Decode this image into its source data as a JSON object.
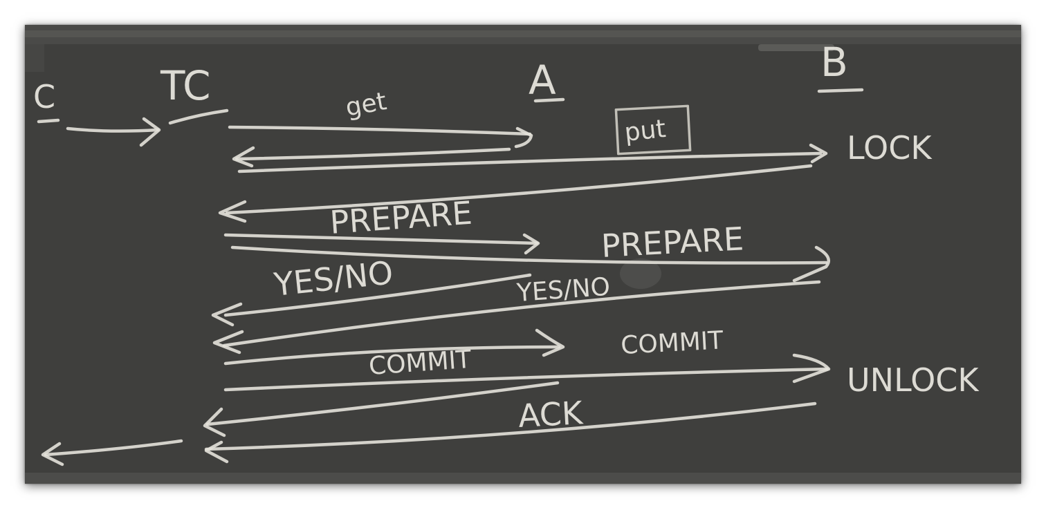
{
  "participants": {
    "client": "C",
    "coordinator": "TC",
    "server_a": "A",
    "server_b": "B"
  },
  "messages": {
    "get": "get",
    "put": "put",
    "lock": "LOCK",
    "prepare_a": "PREPARE",
    "prepare_b": "PREPARE",
    "vote_a": "YES/NO",
    "vote_b": "YES/NO",
    "commit_a": "COMMIT",
    "commit_b": "COMMIT",
    "unlock": "UNLOCK",
    "ack": "ACK"
  },
  "colors": {
    "board": "#3f3f3d",
    "chalk": "#e4e2da"
  }
}
